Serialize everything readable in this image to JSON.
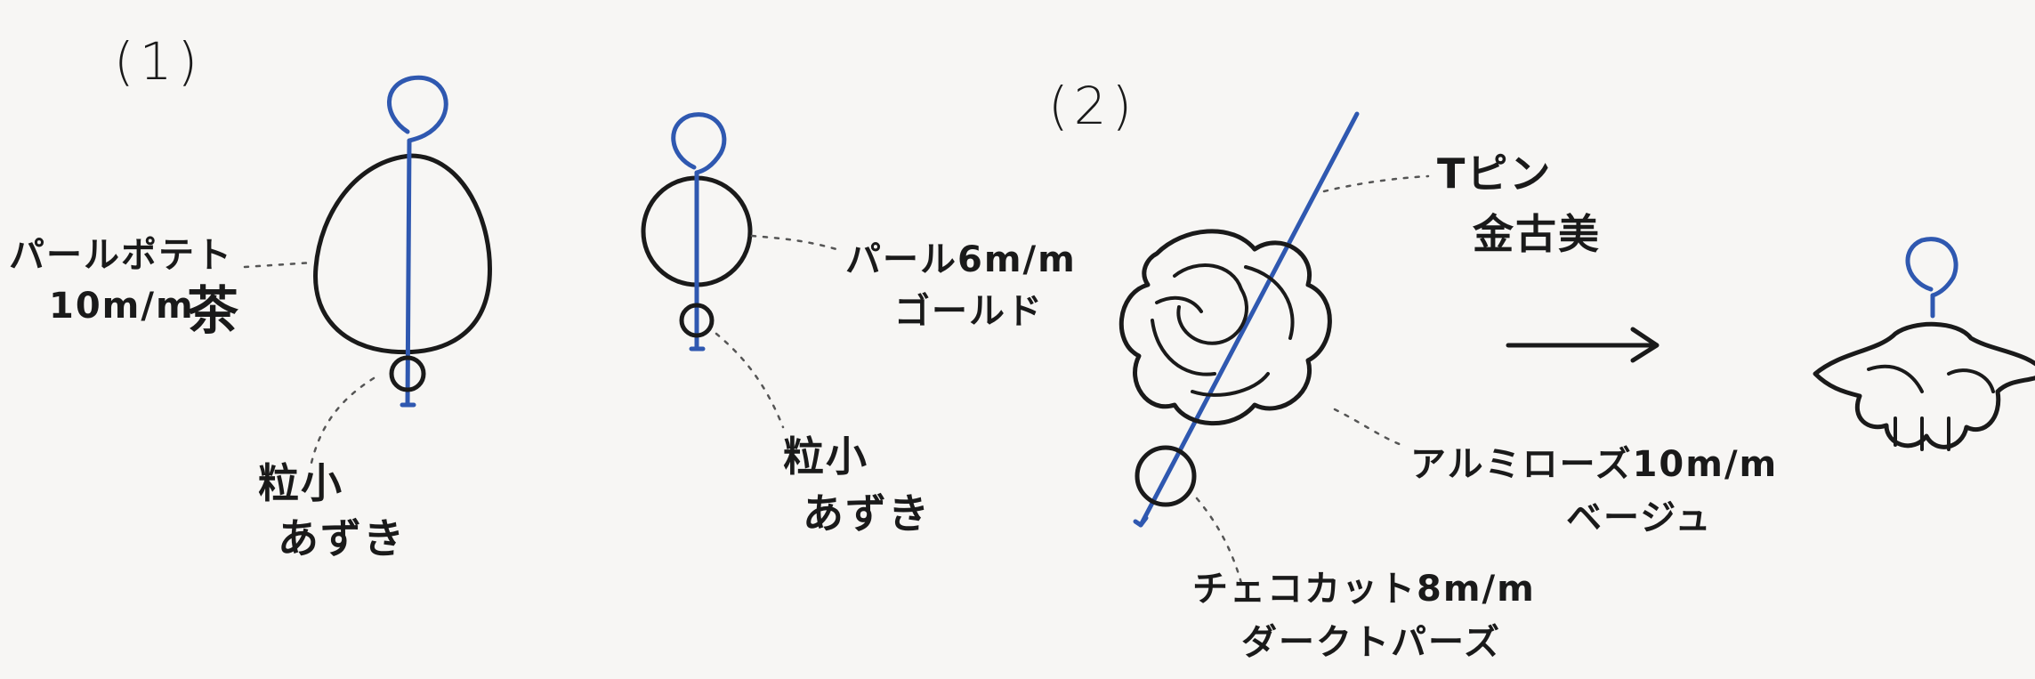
{
  "sections": {
    "one": "(1)",
    "two": "(2)"
  },
  "labels": {
    "pearl_potato": "パールポテト",
    "pearl_potato_size": "10m/m",
    "pearl_potato_color": "茶",
    "small_bead_1_line1": "粒小",
    "small_bead_1_line2": "あずき",
    "pearl_6": "パール6m/m",
    "pearl_6_color": "ゴールド",
    "small_bead_2_line1": "粒小",
    "small_bead_2_line2": "あずき",
    "tpin": "Tピン",
    "tpin_color": "金古美",
    "aluminum_rose": "アルミローズ10m/m",
    "aluminum_rose_color": "ベージュ",
    "czech_cut": "チェコカット8m/m",
    "czech_cut_color": "ダークトパーズ"
  },
  "colors": {
    "ink": "#1a1a1a",
    "wire": "#2f58b0",
    "paper": "#f7f6f4"
  }
}
